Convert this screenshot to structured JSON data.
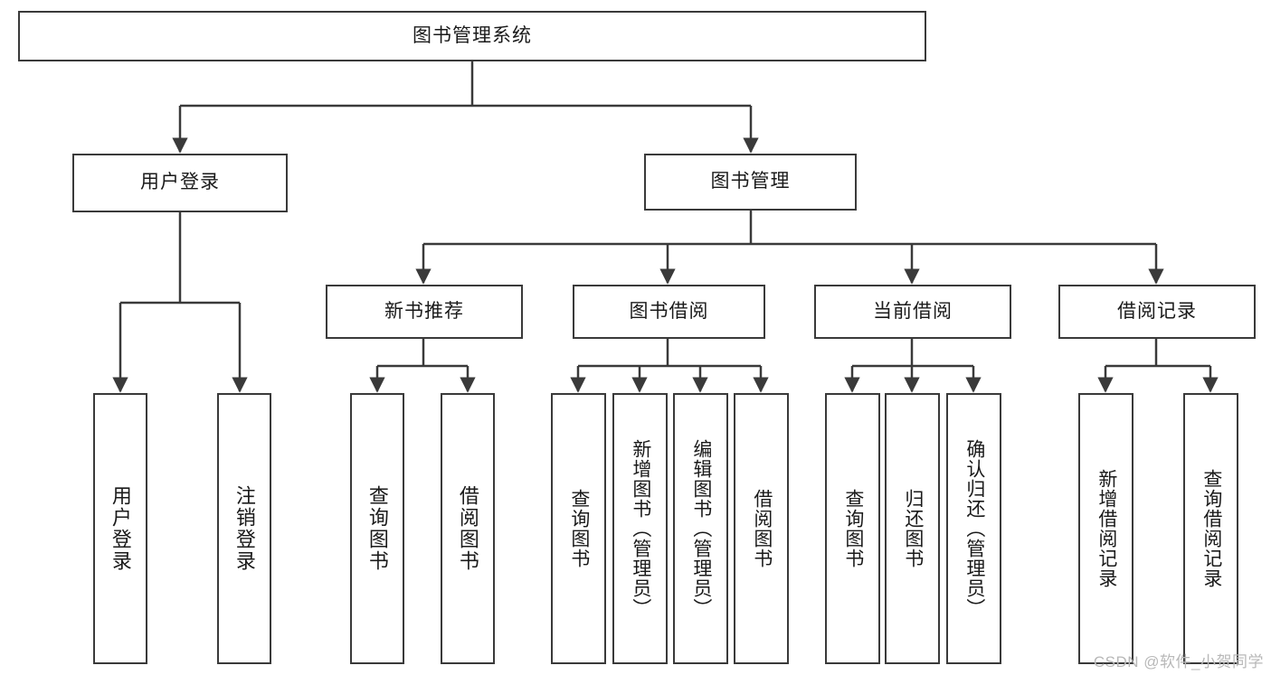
{
  "diagram": {
    "title": "图书管理系统",
    "root": {
      "label": "图书管理系统"
    },
    "level1": [
      {
        "label": "用户登录"
      },
      {
        "label": "图书管理"
      }
    ],
    "level2": [
      {
        "label": "新书推荐"
      },
      {
        "label": "图书借阅"
      },
      {
        "label": "当前借阅"
      },
      {
        "label": "借阅记录"
      }
    ],
    "leaves": {
      "user_login": [
        {
          "label": "用户登录"
        },
        {
          "label": "注销登录"
        }
      ],
      "new_book": [
        {
          "label": "查询图书"
        },
        {
          "label": "借阅图书"
        }
      ],
      "book_borrow": [
        {
          "label": "查询图书"
        },
        {
          "label": "新增图书（管理员）"
        },
        {
          "label": "编辑图书（管理员）"
        },
        {
          "label": "借阅图书"
        }
      ],
      "current_borrow": [
        {
          "label": "查询图书"
        },
        {
          "label": "归还图书"
        },
        {
          "label": "确认归还（管理员）"
        }
      ],
      "borrow_record": [
        {
          "label": "新增借阅记录"
        },
        {
          "label": "查询借阅记录"
        }
      ]
    }
  },
  "watermark": {
    "text": "CSDN @软件_小贺同学"
  },
  "colors": {
    "border": "#3a3a3a",
    "background": "#ffffff",
    "text": "#1a1a1a",
    "watermark": "#b8b8b8"
  }
}
